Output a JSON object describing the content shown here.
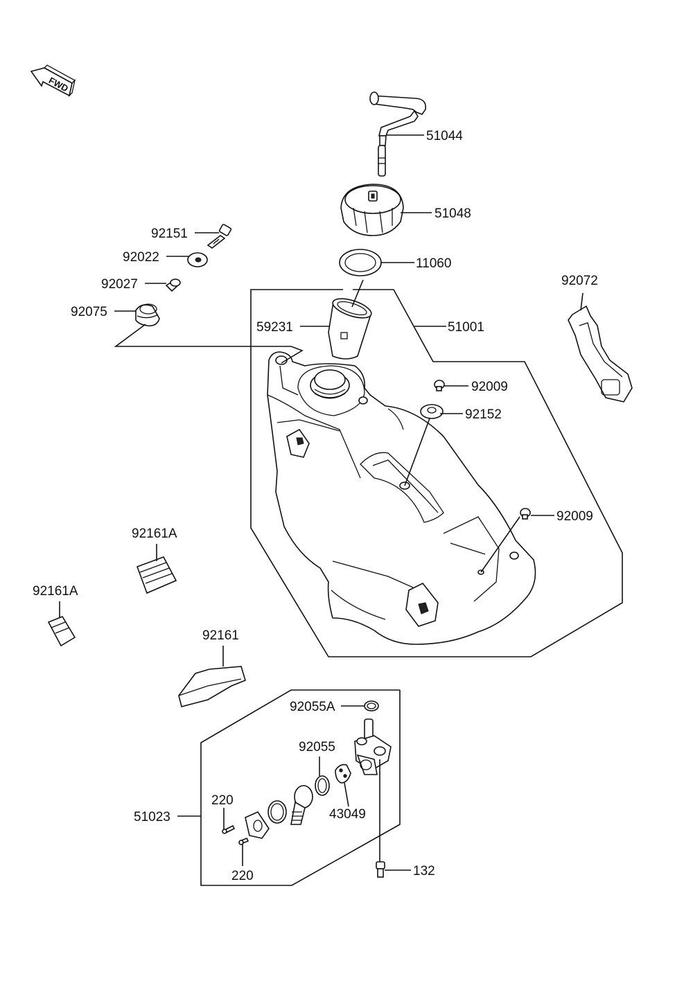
{
  "fwd_label": "FWD",
  "callouts": {
    "p51044": "51044",
    "p51048": "51048",
    "p11060": "11060",
    "p92151": "92151",
    "p92022": "92022",
    "p92027": "92027",
    "p92075": "92075",
    "p59231": "59231",
    "p51001": "51001",
    "p92072": "92072",
    "p92009_top": "92009",
    "p92152": "92152",
    "p92009_right": "92009",
    "p92161A_upper": "92161A",
    "p92161A_lower": "92161A",
    "p92161": "92161",
    "p92055A": "92055A",
    "p92055": "92055",
    "p43049": "43049",
    "p51023": "51023",
    "p220_upper": "220",
    "p220_lower": "220",
    "p132": "132"
  }
}
